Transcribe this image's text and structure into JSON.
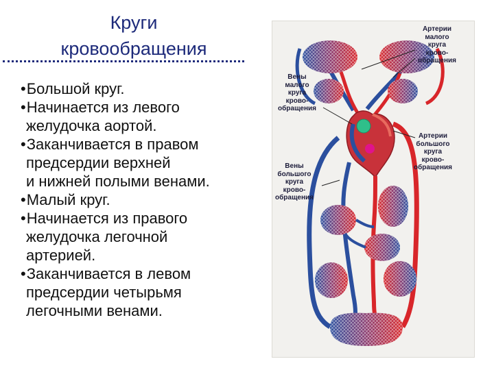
{
  "title": {
    "line1": "Круги",
    "line2": "кровообращения"
  },
  "bullets": [
    {
      "lines": [
        "Большой круг."
      ]
    },
    {
      "lines": [
        "Начинается из левого",
        "желудочка аортой."
      ]
    },
    {
      "lines": [
        "Заканчивается  в правом",
        "предсердии верхней",
        "и нижней полыми венами."
      ]
    },
    {
      "lines": [
        "Малый круг."
      ]
    },
    {
      "lines": [
        "Начинается  из правого",
        "желудочка легочной",
        "артерией."
      ]
    },
    {
      "lines": [
        "Заканчивается в левом",
        "предсердии четырьмя",
        "легочными венами."
      ]
    }
  ],
  "bullet_symbol": "•",
  "diagram_labels": {
    "pulmonary_arteries": "Артерии\nмалого\nкруга\nкрово-\nобращения",
    "pulmonary_veins": "Вены\nмалого\nкруга\nкрово-\nобращения",
    "systemic_arteries": "Артерии\nбольшого\nкруга\nкрово-\nобращения",
    "systemic_veins": "Вены\nбольшого\nкруга\nкрово-\nобращения"
  },
  "colors": {
    "title": "#1d2a7a",
    "artery_red": "#d8262a",
    "vein_blue": "#2b4f9e",
    "marker_green": "#2fbf8a",
    "marker_magenta": "#e0138c",
    "panel_bg": "#f2f1ee"
  }
}
